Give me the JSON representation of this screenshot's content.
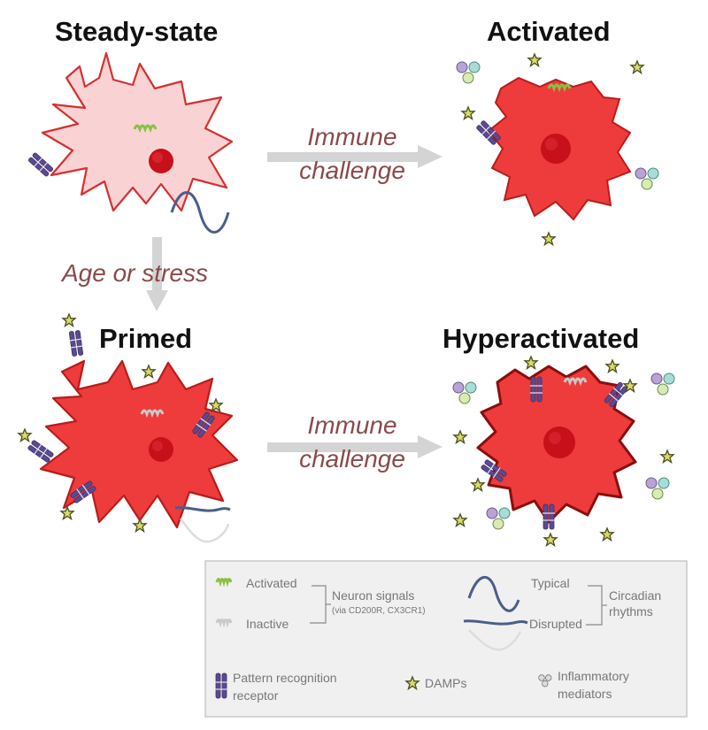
{
  "states": {
    "steady": "Steady-state",
    "activated": "Activated",
    "primed": "Primed",
    "hyperactivated": "Hyperactivated"
  },
  "arrows": {
    "top_line1": "Immune",
    "top_line2": "challenge",
    "bottom_line1": "Immune",
    "bottom_line2": "challenge",
    "vertical": "Age or stress"
  },
  "legend": {
    "activated": "Activated",
    "inactive": "Inactive",
    "neuron_signals": "Neuron signals",
    "neuron_via": "(via CD200R, CX3CR1)",
    "typical": "Typical",
    "disrupted": "Disrupted",
    "circadian_1": "Circadian",
    "circadian_2": "rhythms",
    "prr_1": "Pattern recognition",
    "prr_2": "receptor",
    "damps": "DAMPs",
    "infl_1": "Inflammatory",
    "infl_2": "mediators"
  },
  "colors": {
    "cell_light": "#f9d3d3",
    "cell_red": "#ee3b3b",
    "nucleus": "#c8101a",
    "receptor": "#5b4a8f",
    "damp": "#b5b94a",
    "activated_signal": "#8bbf46",
    "inactive_signal": "#c9c9c9",
    "arrow": "#d4d4d4",
    "label": "#8a4a4a"
  }
}
